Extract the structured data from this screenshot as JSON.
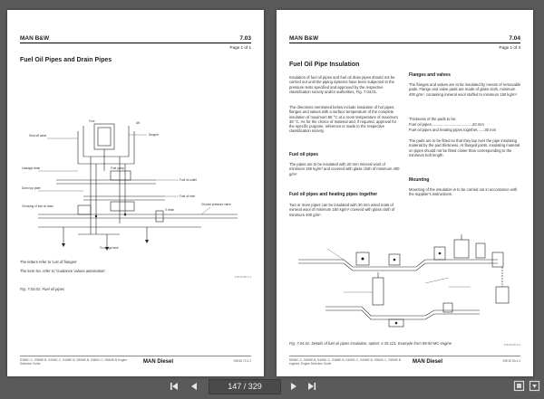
{
  "left_page": {
    "brand": "MAN B&W",
    "section": "7.03",
    "page_of": "Page 1 of 1",
    "title": "Fuel Oil Pipes and Drain Pipes",
    "note1": "The letters refer to 'List of flanges'",
    "note2": "The item No. refer to 'Guidance values automation'",
    "caption": "Fig. 7.03.01: Fuel oil pipes",
    "figure_code": "178 44 08-7.1",
    "diagram_labels": {
      "fore": "Fore",
      "aft": "Aft",
      "shut_off": "Shut off valve",
      "stopper": "Stopper",
      "leakage_drain": "Leakage drain",
      "fuel_pump": "Fuel pump",
      "fuel_outlet": "Fuel oil outlet",
      "fuel_inlet": "Fuel oil inlet",
      "drain_top": "Drain top plate",
      "x_drain": "X drain",
      "to_sludge": "To sludge tank",
      "circular": "Circular pressure valve",
      "check": "Checking of fuel oil drain"
    },
    "footer_fine": "S35MC-C, S35ME-B, S40MC-C, S40ME-B, S50ME-B, S46MC-C, S46ME-B Engine Selection Guide",
    "footer_logo": "MAN Diesel",
    "footer_code": "198 56 72-4.2"
  },
  "right_page": {
    "brand": "MAN B&W",
    "section": "7.04",
    "page_of": "Page 1 of 3",
    "title": "Fuel Oil Pipe Insulation",
    "para1": "Insulation of fuel oil pipes and fuel oil drain pipes should not be carried out until the piping systems have been subjected to the pressure tests specified and approved by the respective classification society and/or authorities, Fig. 7.04.01.",
    "para2": "The directions mentioned below include insulation of hot pipes, flanges and valves with a surface temperature of the complete insulation of maximum 55 °C at a room temperature of maximum 38 °C. As for the choice of material and, if required, approval for the specific purpose, reference is made to the respective classification society.",
    "fuel_oil_pipes_heading": "Fuel oil pipes",
    "fuel_oil_pipes_text": "The pipes are to be insulated with 20 mm mineral wool of minimum 150 kg/m³ and covered with glass cloth of minimum 400 g/m².",
    "heating_heading": "Fuel oil pipes and heating pipes together",
    "heating_text": "Two or more pipes can be insulated with 30 mm wired mats of mineral wool of minimum 150 kg/m³ covered with glass cloth of minimum 400 g/m².",
    "flanges_heading": "Flanges and valves",
    "flanges_text": "The flanges and valves are to be insulated by means of removable pads. Flange and valve pads are made of glass cloth, minimum 400 g/m², containing mineral wool stuffed to minimum 150 kg/m³.",
    "thickness_intro": "Thickness of the pads to be:",
    "thickness_1": "Fuel oil pipes.......................................20 mm",
    "thickness_2": "Fuel oil pipes and heating pipes together.......30 mm",
    "pads_text": "The pads are to be fitted so that they lap over the pipe insulating material by the pad thickness. At flanged joints, insulating material on pipes should not be fitted closer than corresponding to the minimum bolt length.",
    "mounting_heading": "Mounting",
    "mounting_text": "Mounting of the insulation is to be carried out in accordance with the supplier's instructions.",
    "caption": "Fig. 7.04.01: Details of fuel oil pipes insulation, option: 4 35 121. Example from 98-50 MC engine",
    "figure_code": "178 50 65-5.0",
    "footer_fine": "S50MC-C, S50ME-B, S46MC-C, S46ME-B, S40MC-C, S40ME-B, S35MC-C, S35ME-B engines, Engine Selection Guide",
    "footer_logo": "MAN Diesel",
    "footer_code": "198 40 50-4.3"
  },
  "toolbar": {
    "page_field": "147 / 329"
  }
}
